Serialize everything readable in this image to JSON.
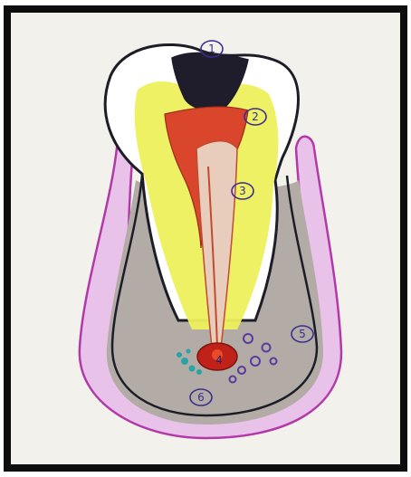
{
  "diagram": {
    "labels": [
      {
        "id": "1",
        "text": "1"
      },
      {
        "id": "2",
        "text": "2"
      },
      {
        "id": "3",
        "text": "3"
      },
      {
        "id": "4",
        "text": "4"
      },
      {
        "id": "5",
        "text": "5"
      },
      {
        "id": "6",
        "text": "6"
      }
    ],
    "colors": {
      "paper": "#f3f1ec",
      "frame": "#0d0d0d",
      "gum_outline": "#b23aa8",
      "gum_fill": "#e9c2ea",
      "bone_fill": "#b3aca6",
      "tooth_outline": "#1d1d28",
      "enamel": "#ffffff",
      "dentin": "#eef05c",
      "cavity": "#1f1d2c",
      "pulp": "#d9462b",
      "canal": "#e8cdbd",
      "lesion": "#c0221a",
      "marker_teal": "#29a4a4",
      "marker_purple": "#5a3aa0",
      "label_ink": "#3a2d8f"
    }
  }
}
